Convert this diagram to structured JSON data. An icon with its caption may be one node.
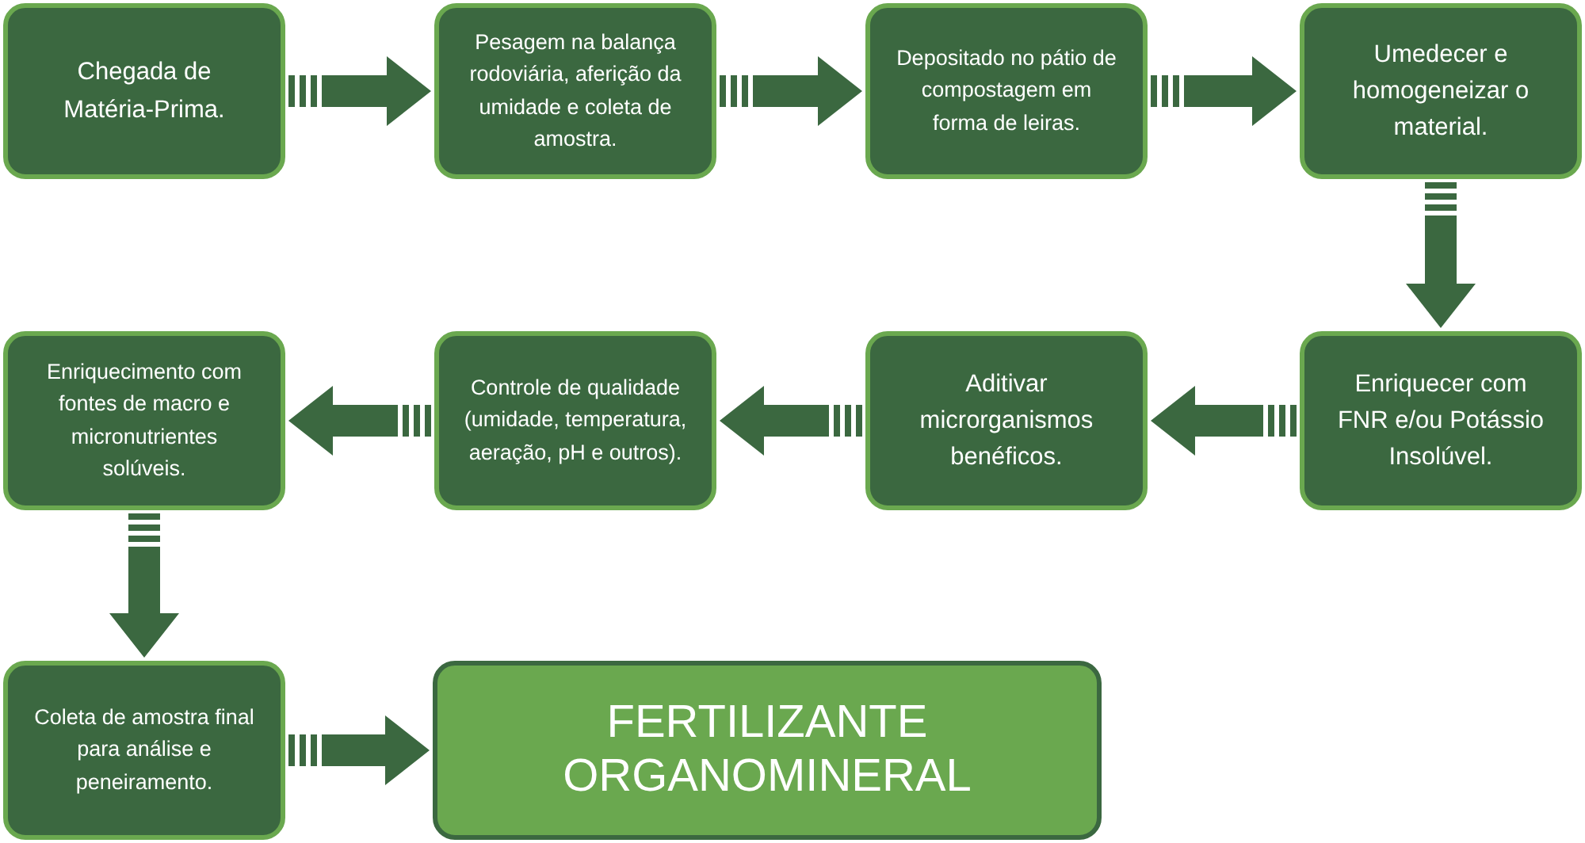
{
  "diagram": {
    "nodes": [
      {
        "text": [
          "Chegada de Matéria-Prima."
        ]
      },
      {
        "text": [
          "Pesagem na balança rodoviária, aferição da umidade e coleta de amostra."
        ]
      },
      {
        "text": [
          "Depositado no pátio de compostagem em forma de leiras."
        ]
      },
      {
        "text": [
          "Umedecer e homogeneizar o material."
        ]
      },
      {
        "text": [
          "Enriquecer com FNR e/ou Potássio Insolúvel."
        ]
      },
      {
        "text": [
          "Aditivar microrganismos benéficos."
        ]
      },
      {
        "text": [
          "Controle de qualidade (umidade, temperatura, aeração, pH e outros)."
        ]
      },
      {
        "text": [
          "Enriquecimento com fontes de macro e micronutrientes solúveis."
        ]
      },
      {
        "text": [
          "Coleta de amostra final para análise e peneiramento."
        ]
      },
      {
        "text": [
          "FERTILIZANTE ORGANOMINERAL"
        ]
      }
    ],
    "edges": [
      {
        "from": 0,
        "to": 1,
        "arrow": "to"
      },
      {
        "from": 1,
        "to": 2,
        "arrow": "to"
      },
      {
        "from": 2,
        "to": 3,
        "arrow": "to"
      },
      {
        "from": 3,
        "to": 4,
        "arrow": "to"
      },
      {
        "from": 4,
        "to": 5,
        "arrow": "to"
      },
      {
        "from": 5,
        "to": 6,
        "arrow": "to"
      },
      {
        "from": 6,
        "to": 7,
        "arrow": "to"
      },
      {
        "from": 7,
        "to": 8,
        "arrow": "to"
      },
      {
        "from": 8,
        "to": 9,
        "arrow": "to"
      }
    ]
  }
}
